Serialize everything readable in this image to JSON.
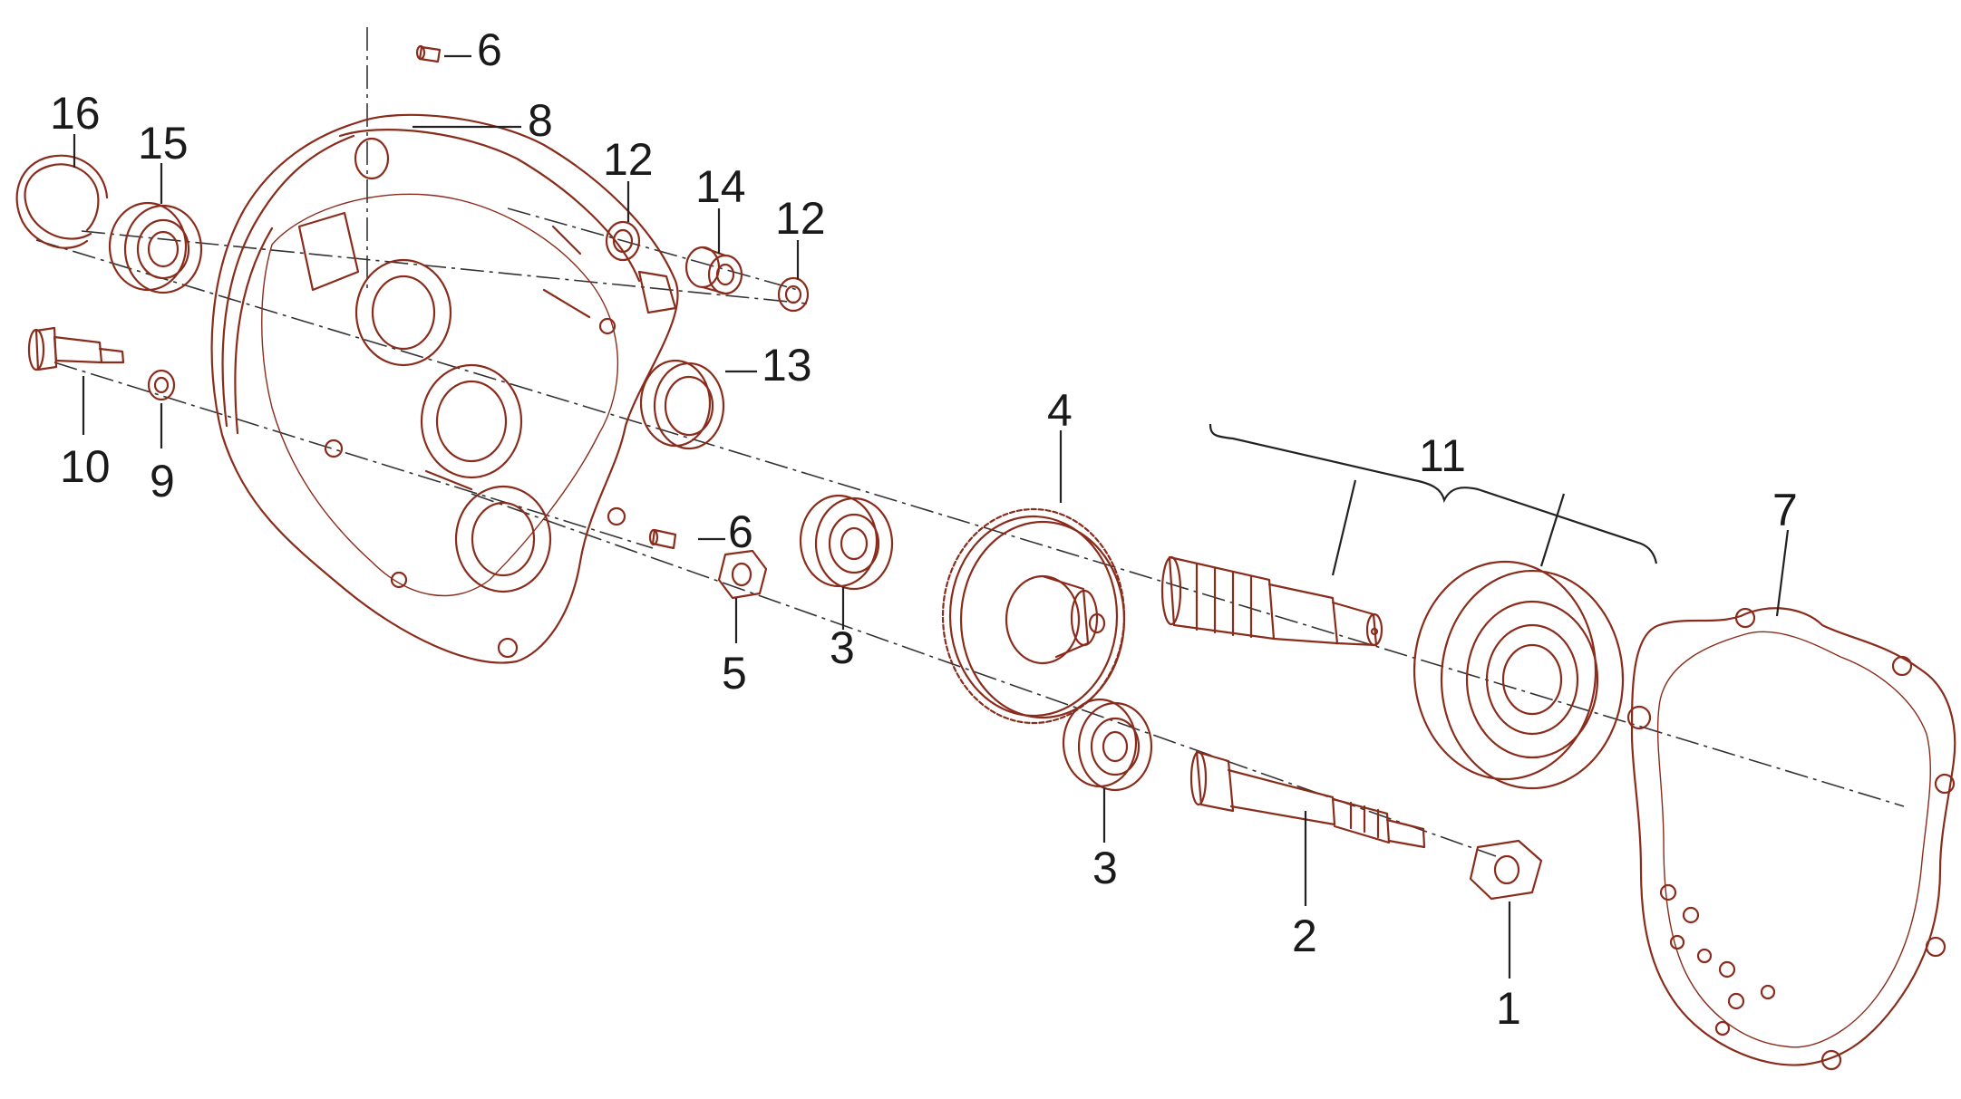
{
  "colors": {
    "part_stroke": "#8a2c1c",
    "leader_line": "#222222",
    "callout_text": "#1a1a1a",
    "background": "#ffffff"
  },
  "callouts": [
    {
      "id": "c6a",
      "text": "6"
    },
    {
      "id": "c8",
      "text": "8"
    },
    {
      "id": "c16",
      "text": "16"
    },
    {
      "id": "c15",
      "text": "15"
    },
    {
      "id": "c12a",
      "text": "12"
    },
    {
      "id": "c14",
      "text": "14"
    },
    {
      "id": "c12b",
      "text": "12"
    },
    {
      "id": "c13",
      "text": "13"
    },
    {
      "id": "c10",
      "text": "10"
    },
    {
      "id": "c9",
      "text": "9"
    },
    {
      "id": "c4",
      "text": "4"
    },
    {
      "id": "c11",
      "text": "11"
    },
    {
      "id": "c7",
      "text": "7"
    },
    {
      "id": "c6b",
      "text": "6"
    },
    {
      "id": "c5",
      "text": "5"
    },
    {
      "id": "c3a",
      "text": "3"
    },
    {
      "id": "c3b",
      "text": "3"
    },
    {
      "id": "c2",
      "text": "2"
    },
    {
      "id": "c1",
      "text": "1"
    }
  ]
}
